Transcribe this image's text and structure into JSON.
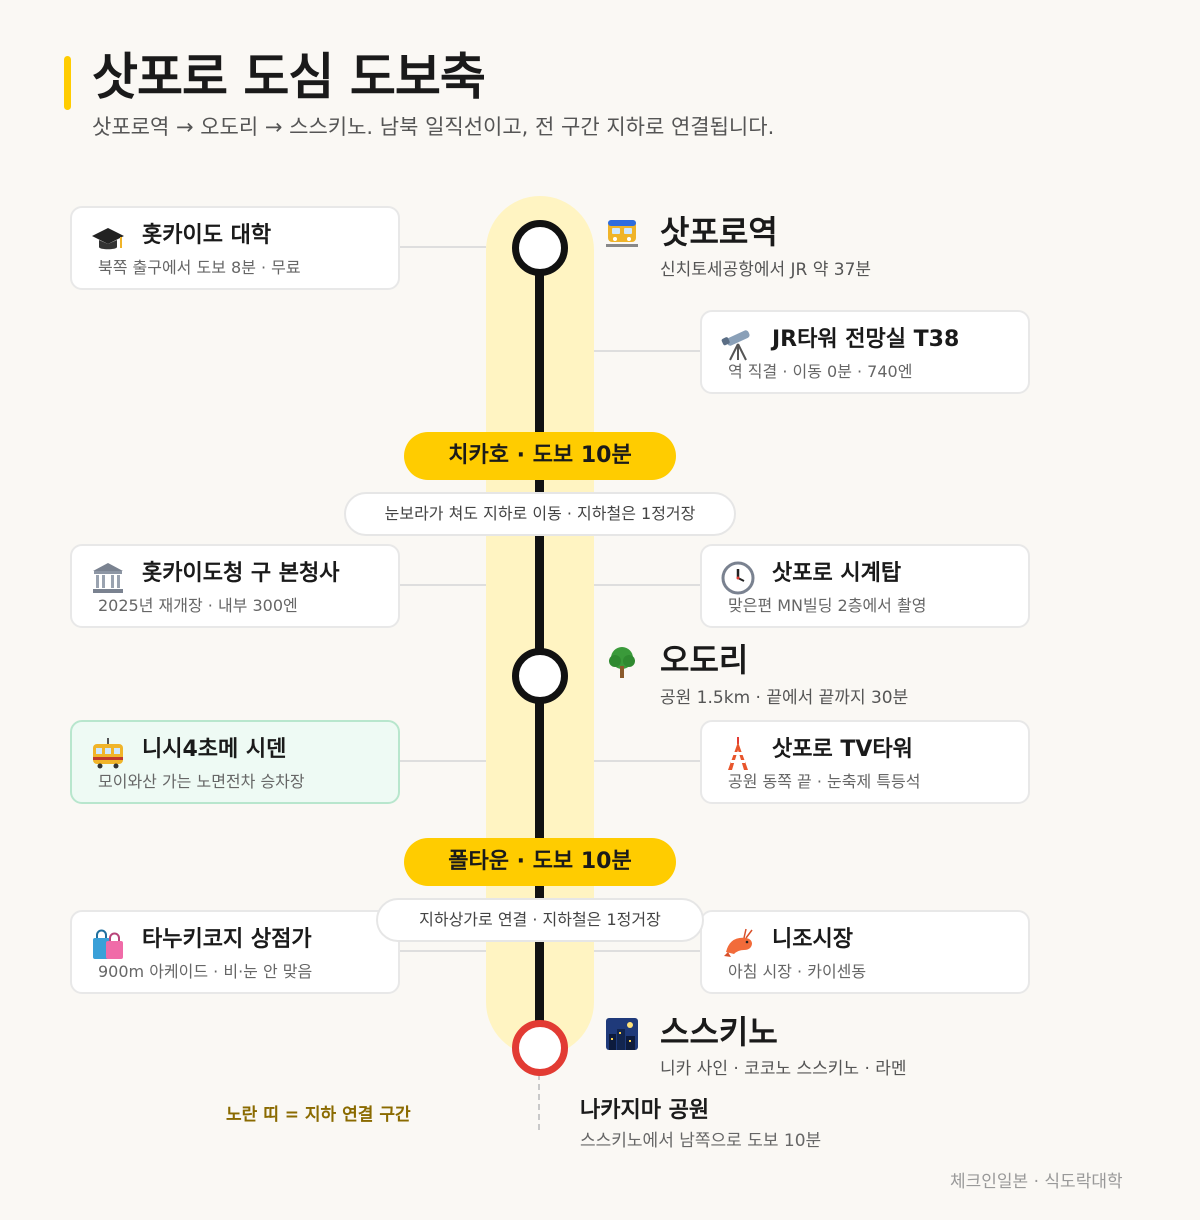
{
  "header": {
    "title": "삿포로 도심 도보축",
    "subtitle": "삿포로역 → 오도리 → 스스키노. 남북 일직선이고, 전 구간 지하로 연결됩니다."
  },
  "stations": [
    {
      "name": "삿포로역",
      "desc": "신치토세공항에서 JR 약 37분",
      "icon": "train-icon"
    },
    {
      "name": "오도리",
      "desc": "공원 1.5km · 끝에서 끝까지 30분",
      "icon": "tree-icon"
    },
    {
      "name": "스스키노",
      "desc": "니카 사인 · 코코노 스스키노 · 라멘",
      "icon": "night-city-icon"
    }
  ],
  "spots": [
    {
      "title": "홋카이도 대학",
      "sub": "북쪽 출구에서 도보 8분 · 무료",
      "icon": "graduation-cap-icon"
    },
    {
      "title": "JR타워 전망실 T38",
      "sub": "역 직결 · 이동 0분 · 740엔",
      "icon": "telescope-icon"
    },
    {
      "title": "홋카이도청 구 본청사",
      "sub": "2025년 재개장 · 내부 300엔",
      "icon": "classical-building-icon"
    },
    {
      "title": "삿포로 시계탑",
      "sub": "맞은편 MN빌딩 2층에서 촬영",
      "icon": "clock-icon"
    },
    {
      "title": "니시4초메 시덴",
      "sub": "모이와산 가는 노면전차 승차장",
      "icon": "tram-icon"
    },
    {
      "title": "삿포로 TV타워",
      "sub": "공원 동쪽 끝 · 눈축제 특등석",
      "icon": "tower-icon"
    },
    {
      "title": "타누키코지 상점가",
      "sub": "900m 아케이드 · 비·눈 안 맞음",
      "icon": "shopping-bags-icon"
    },
    {
      "title": "니조시장",
      "sub": "아침 시장 · 카이센동",
      "icon": "shrimp-icon"
    }
  ],
  "walks": [
    {
      "label": "치카호 · 도보 10분",
      "note": "눈보라가 쳐도 지하로 이동 · 지하철은 1정거장"
    },
    {
      "label": "폴타운 · 도보 10분",
      "note": "지하상가로 연결 · 지하철은 1정거장"
    }
  ],
  "legend": "노란 띠 = 지하 연결 구간",
  "extra": {
    "name": "나카지마 공원",
    "desc": "스스키노에서 남쪽으로 도보 10분"
  },
  "footer": "체크인일본 · 식도락대학",
  "colors": {
    "accent": "#ffcc00",
    "band": "#fff4c2",
    "line": "#111111",
    "end_station": "#e23b33",
    "highlight_card": "#eefaf4"
  }
}
